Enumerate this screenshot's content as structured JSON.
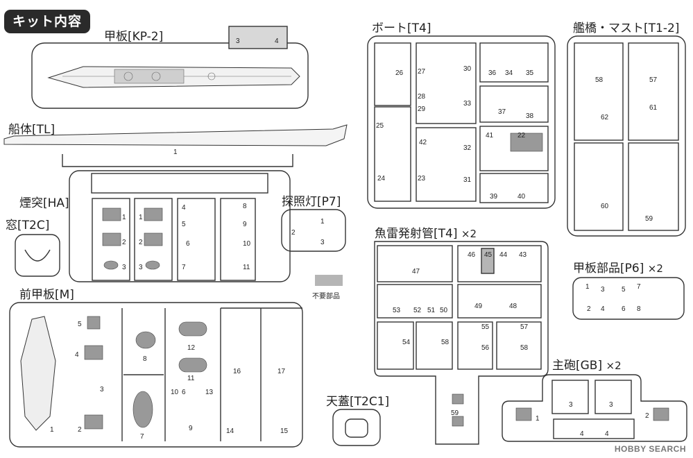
{
  "kit_title": "キット内容",
  "sections": {
    "deck": "甲板[KP-2]",
    "hull": "船体[TL]",
    "funnel": "煙突[HA]",
    "window": "窓[T2C]",
    "searchlight": "探照灯[P7]",
    "foredeck": "前甲板[M]",
    "boat": "ボート[T4]",
    "bridge_mast": "艦橋・マスト[T1-2]",
    "torpedo": "魚雷発射管[T4]",
    "torpedo_mult": "×2",
    "deck_parts": "甲板部品[P6]",
    "deck_parts_mult": "×2",
    "main_gun": "主砲[GB]",
    "main_gun_mult": "×2",
    "canopy": "天蓋[T2C1]"
  },
  "legend": {
    "unused_label": "不要部品",
    "unused_color": "#b5b5b5"
  },
  "watermark": "HOBBY SEARCH",
  "part_numbers": {
    "deck": [
      "3",
      "4"
    ],
    "hull": [
      "1"
    ],
    "funnel": [
      "1",
      "2",
      "3",
      "1",
      "2",
      "3",
      "4",
      "5",
      "6",
      "7",
      "8",
      "9",
      "10",
      "11"
    ],
    "searchlight": [
      "1",
      "2",
      "3"
    ],
    "foredeck": [
      "1",
      "2",
      "3",
      "4",
      "5",
      "6",
      "7",
      "8",
      "9",
      "10",
      "11",
      "12",
      "13",
      "14",
      "15",
      "16",
      "17"
    ],
    "boat": [
      "22",
      "23",
      "24",
      "25",
      "26",
      "27",
      "28",
      "29",
      "30",
      "31",
      "32",
      "33",
      "34",
      "35",
      "36",
      "37",
      "38",
      "39",
      "40",
      "41",
      "42"
    ],
    "bridge_mast": [
      "57",
      "58",
      "59",
      "60",
      "61",
      "62"
    ],
    "torpedo": [
      "43",
      "44",
      "45",
      "46",
      "47",
      "48",
      "49",
      "50",
      "51",
      "52",
      "53",
      "54",
      "55",
      "56",
      "57",
      "58",
      "58",
      "59"
    ],
    "deck_parts": [
      "1",
      "2",
      "3",
      "4",
      "5",
      "6",
      "7",
      "8"
    ],
    "main_gun": [
      "1",
      "2",
      "3",
      "3",
      "4",
      "4"
    ]
  }
}
